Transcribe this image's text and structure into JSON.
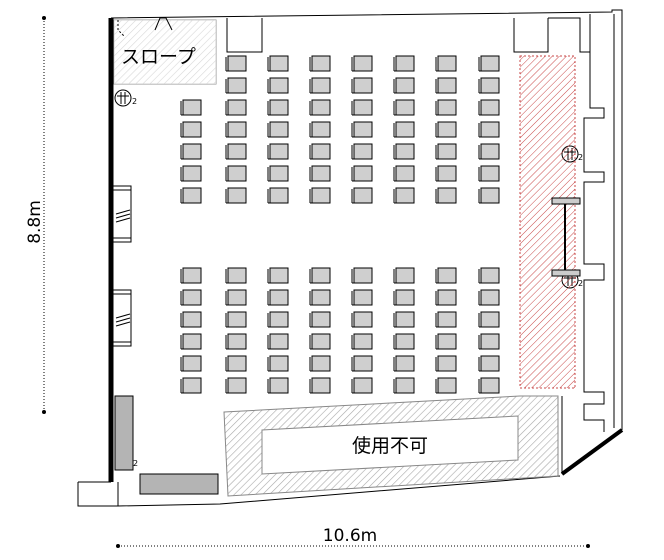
{
  "dimensions": {
    "height": "8.8m",
    "width": "10.6m"
  },
  "labels": {
    "slope": "スロープ",
    "unusable": "使用不可"
  },
  "markers": {
    "outlet_number": "2"
  },
  "seating": {
    "blocks": [
      {
        "name": "front-block",
        "rows": 7,
        "columns": [
          1,
          1,
          1,
          1,
          1,
          1,
          1,
          1
        ],
        "first_column_rows": 5
      },
      {
        "name": "rear-block",
        "rows": 6,
        "columns": [
          1,
          1,
          1,
          1,
          1,
          1,
          1,
          1
        ],
        "first_column_rows": 6
      }
    ]
  },
  "colors": {
    "hatch_gray": "#b0b0b0",
    "hatch_red": "#c94a4a",
    "chair_fill": "#cfcfcf",
    "wall": "#000000",
    "counter": "#b4b4b4"
  }
}
